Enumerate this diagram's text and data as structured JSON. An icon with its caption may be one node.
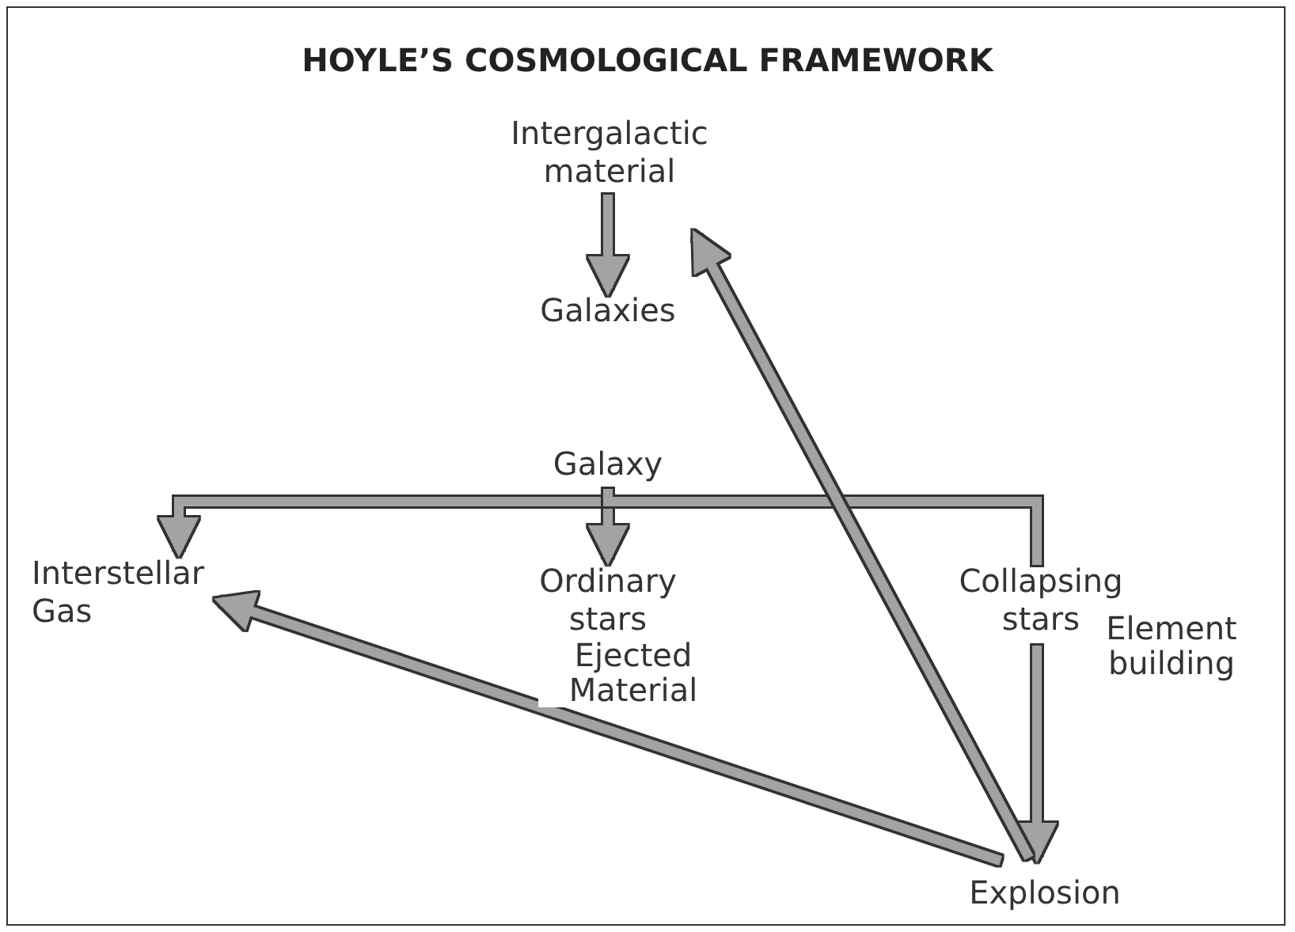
{
  "diagram": {
    "title": "HOYLE’S COSMOLOGICAL FRAMEWORK",
    "nodes": [
      {
        "text": [
          "Intergalactic material"
        ]
      },
      {
        "text": [
          "Galaxies"
        ]
      },
      {
        "text": [
          "Galaxy"
        ]
      },
      {
        "text": [
          "Interstellar Gas"
        ]
      },
      {
        "text": [
          "Ordinary stars"
        ]
      },
      {
        "text": [
          "Collapsing stars"
        ]
      },
      {
        "text": [
          "Explosion"
        ]
      }
    ],
    "edges": [
      {
        "from": 0,
        "to": 1,
        "arrow": "to"
      },
      {
        "from": 2,
        "to": 3,
        "arrow": "to"
      },
      {
        "from": 2,
        "to": 4,
        "arrow": "to"
      },
      {
        "from": 2,
        "to": 5,
        "arrow": "none"
      },
      {
        "from": 5,
        "to": 6,
        "arrow": "to",
        "label": "Element building"
      },
      {
        "from": 6,
        "to": 0,
        "arrow": "to"
      },
      {
        "from": 6,
        "to": 3,
        "arrow": "to",
        "label": "Ejected Material"
      }
    ]
  }
}
